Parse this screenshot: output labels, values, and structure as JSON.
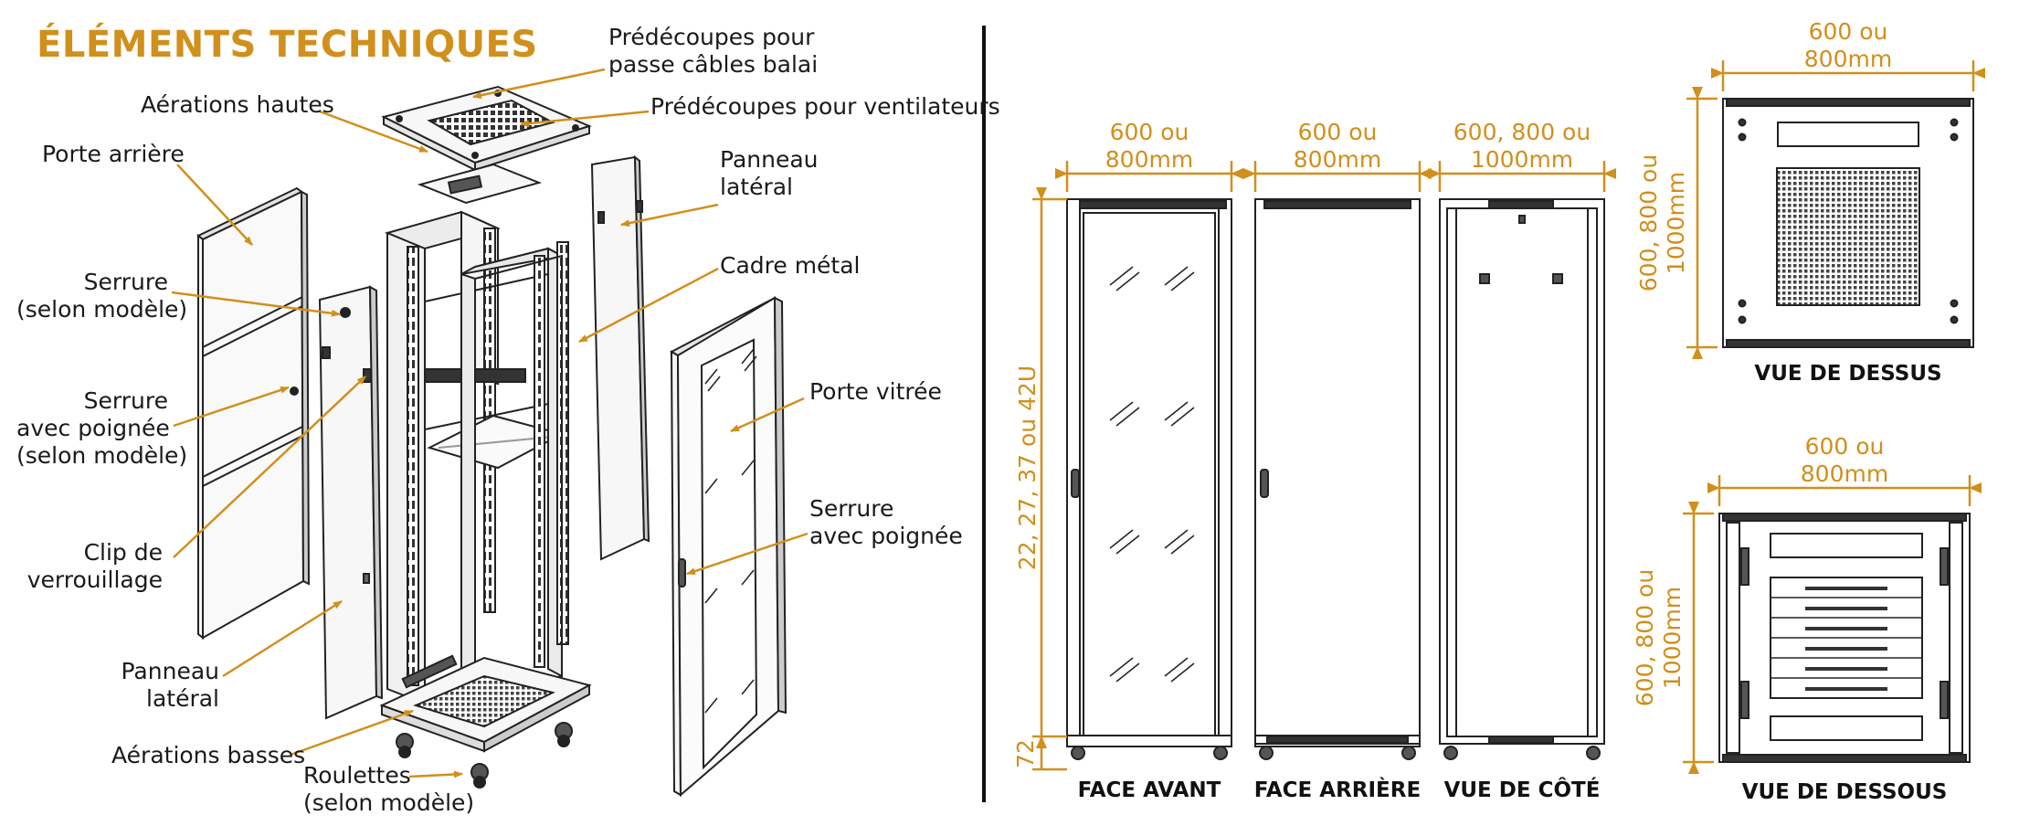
{
  "title": "ÉLÉMENTS TECHNIQUES",
  "colors": {
    "accent": "#d18f1c",
    "line": "#222222",
    "fill": "#f4f4f4",
    "dark": "#3a3a3a"
  },
  "labels": {
    "predecoupes_balai": [
      "Prédécoupes pour",
      "passe câbles balai"
    ],
    "aerations_hautes": [
      "Aérations hautes"
    ],
    "predecoupes_ventilateurs": [
      "Prédécoupes pour ventilateurs"
    ],
    "porte_arriere": [
      "Porte arrière"
    ],
    "panneau_lateral_top": [
      "Panneau",
      "latéral"
    ],
    "serrure": [
      "Serrure",
      "(selon modèle)"
    ],
    "cadre_metal": [
      "Cadre métal"
    ],
    "serrure_poignee_left": [
      "Serrure",
      "avec poignée",
      "(selon modèle)"
    ],
    "porte_vitree": [
      "Porte vitrée"
    ],
    "clip": [
      "Clip de",
      "verrouillage"
    ],
    "serrure_poignee_right": [
      "Serrure",
      "avec poignée"
    ],
    "panneau_lateral_bottom": [
      "Panneau",
      "latéral"
    ],
    "aerations_basses": [
      "Aérations basses"
    ],
    "roulettes": [
      "Roulettes",
      "(selon modèle)"
    ]
  },
  "dimensions": {
    "front_width": [
      "600 ou",
      "800mm"
    ],
    "rear_width": [
      "600 ou",
      "800mm"
    ],
    "side_depth": [
      "600, 800 ou",
      "1000mm"
    ],
    "height": "22, 27, 37 ou 42U",
    "base_height": "72",
    "top_width": [
      "600 ou",
      "800mm"
    ],
    "top_depth": [
      "600, 800 ou",
      "1000mm"
    ],
    "bottom_width": [
      "600 ou",
      "800mm"
    ],
    "bottom_depth": [
      "600, 800 ou",
      "1000mm"
    ]
  },
  "captions": {
    "front": "FACE AVANT",
    "rear": "FACE ARRIÈRE",
    "side": "VUE DE CÔTÉ",
    "top": "VUE DE DESSUS",
    "bottom": "VUE DE DESSOUS"
  }
}
